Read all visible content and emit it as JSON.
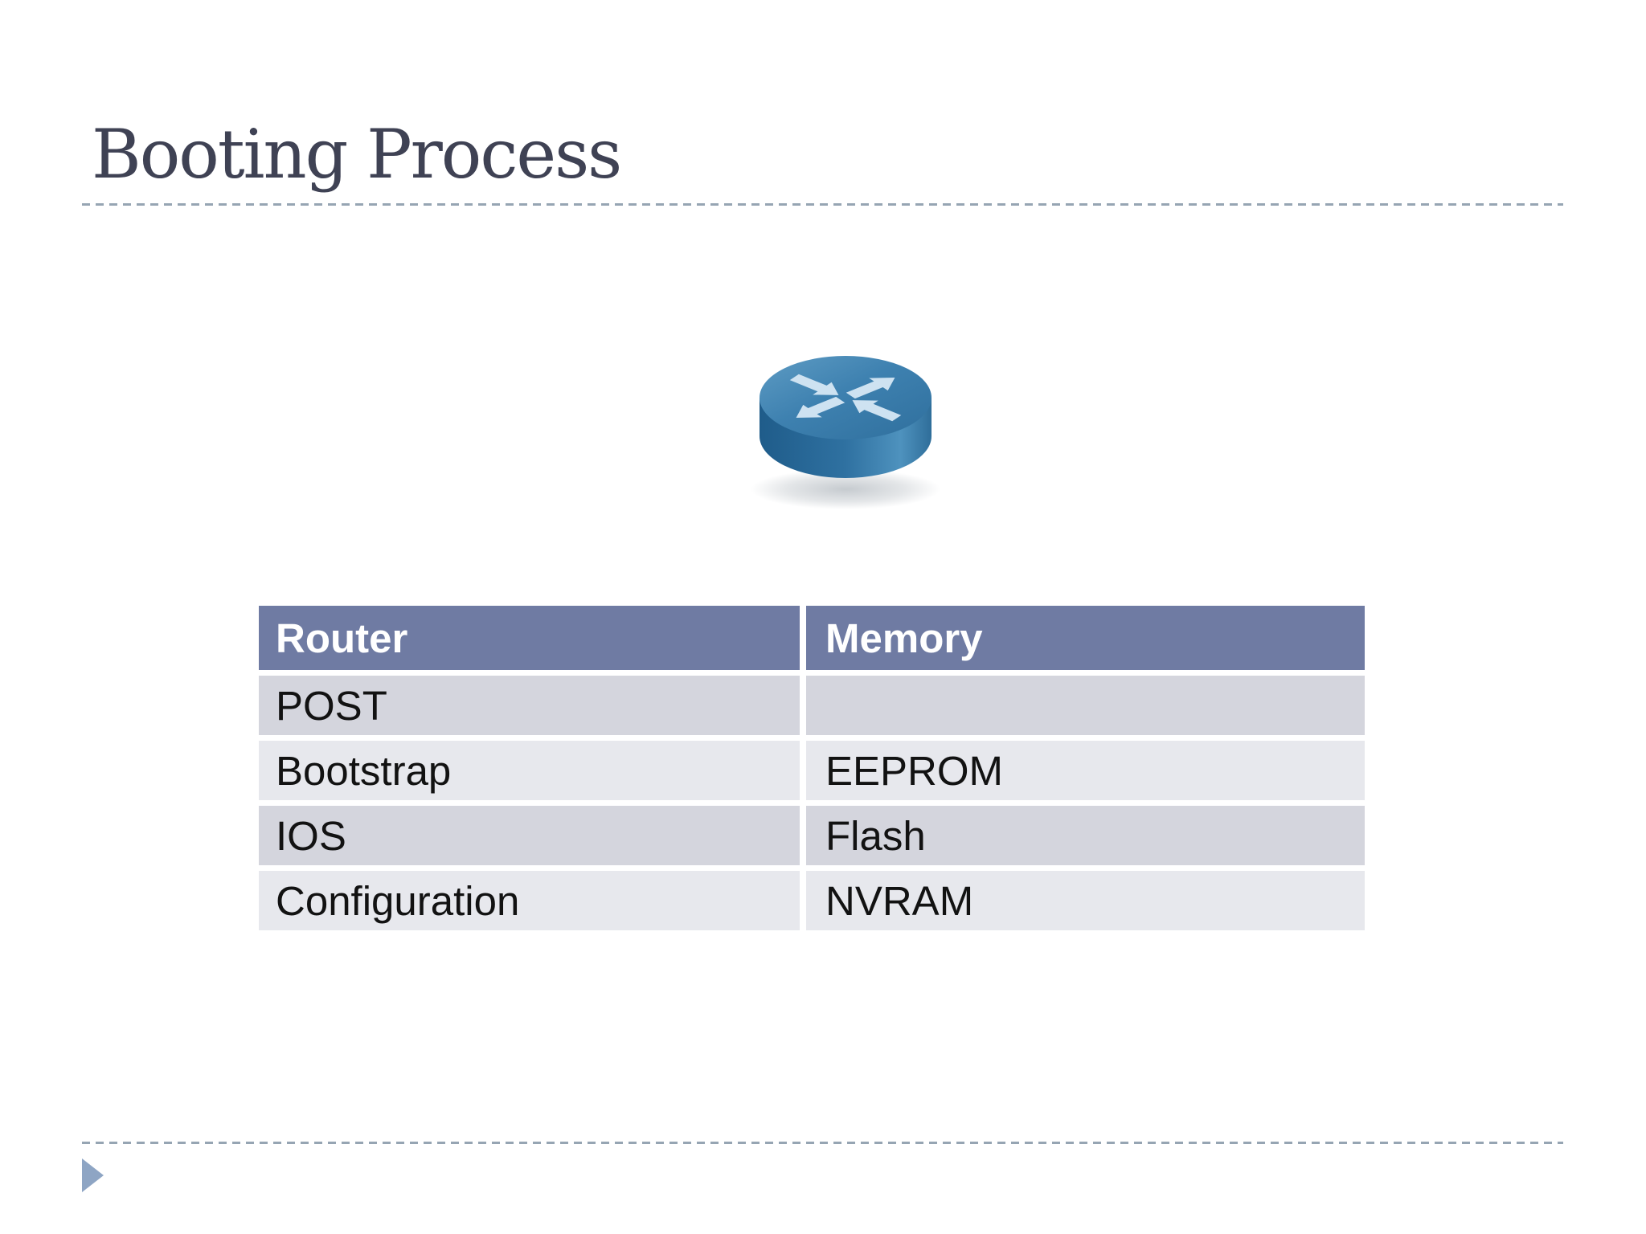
{
  "slide": {
    "title": "Booting Process",
    "table": {
      "headers": {
        "col1": "Router",
        "col2": "Memory"
      },
      "rows": [
        {
          "router": "POST",
          "memory": ""
        },
        {
          "router": "Bootstrap",
          "memory": "EEPROM"
        },
        {
          "router": "IOS",
          "memory": "Flash"
        },
        {
          "router": "Configuration",
          "memory": "NVRAM"
        }
      ]
    },
    "icons": {
      "router": "cisco-router-icon",
      "bullet": "right-triangle-marker"
    },
    "colors": {
      "title_text": "#3F4254",
      "dashed_rule": "#96A5B3",
      "table_header_bg": "#6F7BA3",
      "table_header_text": "#FFFFFF",
      "row_dark": "#D4D5DD",
      "row_light": "#E7E8ED",
      "body_text": "#121212",
      "triangle_marker": "#8EA5C4",
      "router_blue_top": "#3E81B0",
      "router_blue_side": "#2F71A1",
      "router_arrows": "#CEE2F1"
    }
  }
}
